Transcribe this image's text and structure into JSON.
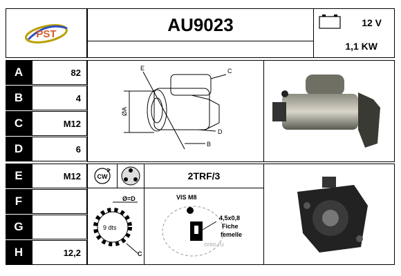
{
  "header": {
    "brand_logo": "PST",
    "part_number": "AU9023",
    "voltage": "12 V",
    "power": "1,1 KW"
  },
  "specs": [
    {
      "label": "A",
      "value": "82"
    },
    {
      "label": "B",
      "value": "4"
    },
    {
      "label": "C",
      "value": "M12"
    },
    {
      "label": "D",
      "value": "6"
    },
    {
      "label": "E",
      "value": "M12"
    },
    {
      "label": "F",
      "value": ""
    },
    {
      "label": "G",
      "value": ""
    },
    {
      "label": "H",
      "value": "12,2"
    }
  ],
  "drawing": {
    "labels": [
      "E",
      "C",
      "ØA",
      "D",
      "B"
    ]
  },
  "rotation": {
    "cw": "CW",
    "code": "2TRF/3"
  },
  "pinion": {
    "teeth": "9 dts",
    "label_d": "Ø=D",
    "label_c": "C"
  },
  "connector": {
    "vis": "VIS M8",
    "size": "4,5x0,8",
    "line1": "Fiche",
    "line2": "femelle"
  },
  "watermark": "oreo.ru",
  "icons": {
    "battery": "battery-icon",
    "rotation": "clockwise-arrow-icon",
    "mount": "three-hole-mount-icon"
  }
}
